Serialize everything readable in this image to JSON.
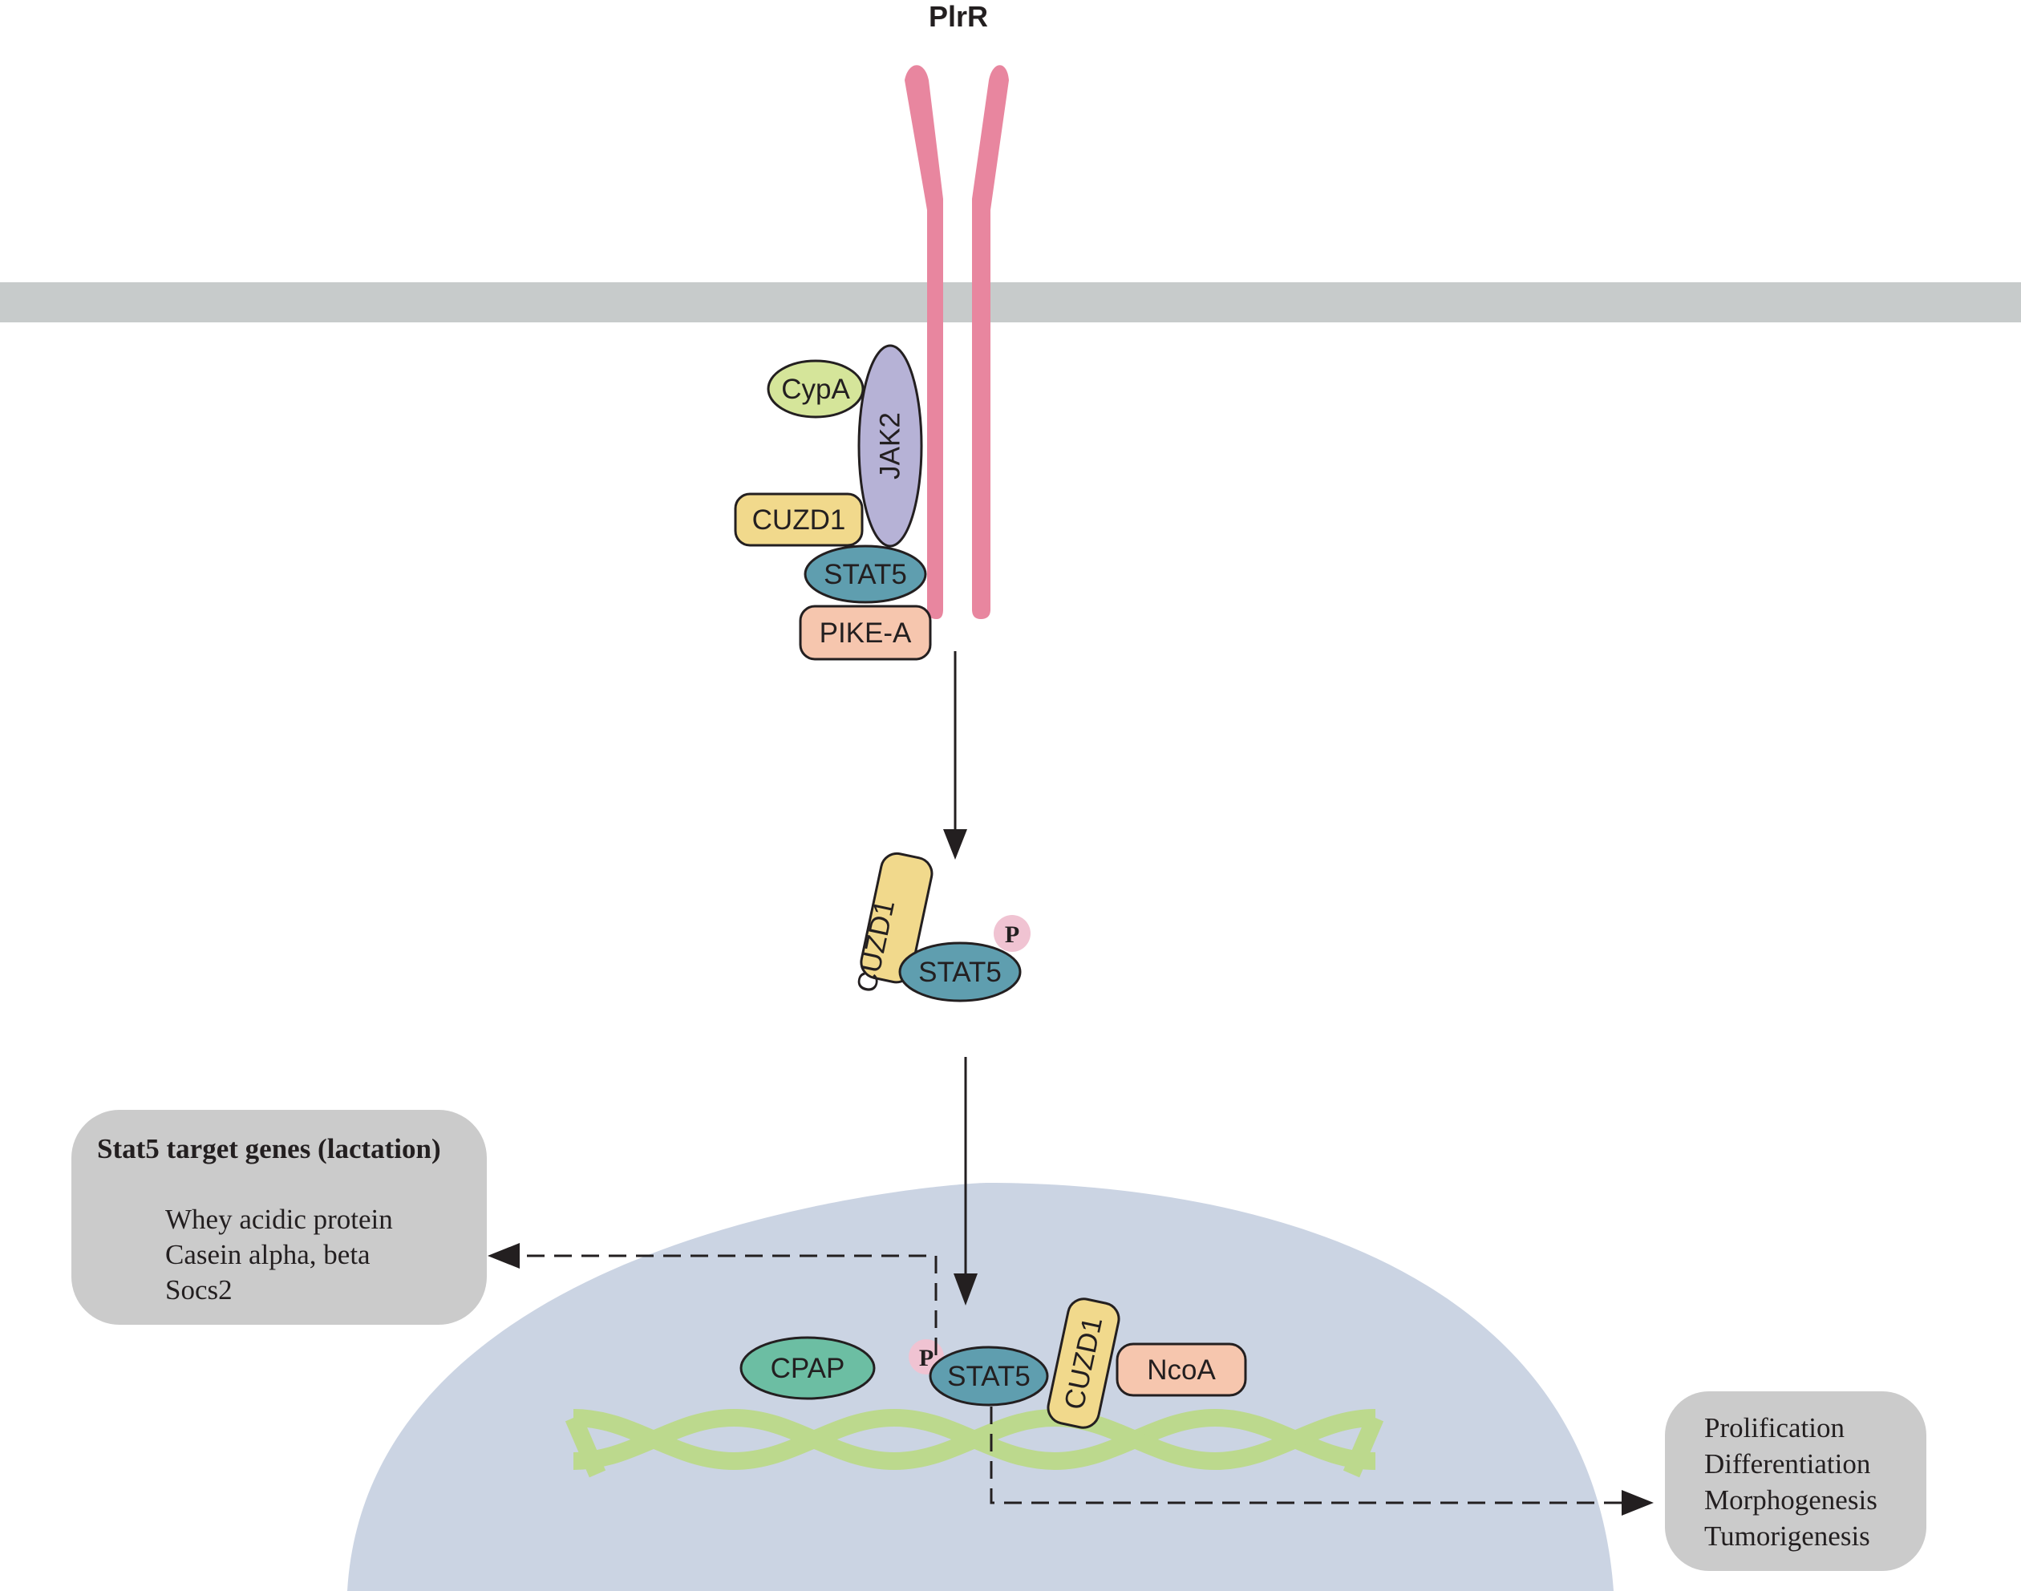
{
  "receptor": {
    "label": "PlrR"
  },
  "membrane_complex": {
    "cypa": "CypA",
    "jak2": "JAK2",
    "cuzd1": "CUZD1",
    "stat5": "STAT5",
    "pike": "PIKE-A"
  },
  "cytoplasm_complex": {
    "cuzd1": "CUZD1",
    "stat5": "STAT5",
    "phospho": "P"
  },
  "nuclear_complex": {
    "cpap": "CPAP",
    "phospho": "P",
    "stat5": "STAT5",
    "cuzd1": "CUZD1",
    "ncoa": "NcoA"
  },
  "target_box": {
    "title": "Stat5 target genes (lactation)",
    "items": [
      "Whey acidic protein",
      "Casein alpha, beta",
      "Socs2"
    ]
  },
  "outcome_box": {
    "items": [
      "Prolification",
      "Differentiation",
      "Morphogenesis",
      "Tumorigenesis"
    ]
  },
  "colors": {
    "membrane": "#c7cbcb",
    "receptor": "#e8869f",
    "nucleus": "#cbd4e3",
    "dna": "#bcd98d",
    "cypa": "#d5e59a",
    "jak2": "#b6b2d6",
    "cuzd1": "#f1d98c",
    "stat5": "#5f9eaf",
    "pike": "#f6c6ae",
    "cpap": "#6cbea3",
    "ncoa": "#f6c6ae",
    "phospho": "#f0c3d2",
    "box": "#cbcbcb"
  }
}
